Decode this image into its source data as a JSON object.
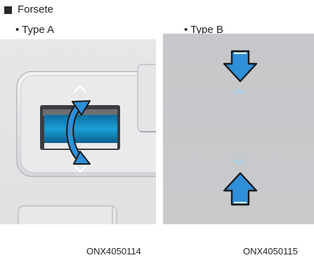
{
  "section": {
    "title": "Forsete"
  },
  "type_a": {
    "label": "• Type A",
    "caption": "ONX4050114"
  },
  "type_b": {
    "label": "• Type B",
    "caption": "ONX4050115"
  },
  "colors": {
    "accent_blue": "#2f8fd8",
    "panel_gray": "#c6c7ca"
  },
  "icons": [
    "square-bullet-icon",
    "chevron-up-icon",
    "chevron-down-icon",
    "curved-double-arrow-icon",
    "arrow-down-icon",
    "arrow-up-icon"
  ]
}
